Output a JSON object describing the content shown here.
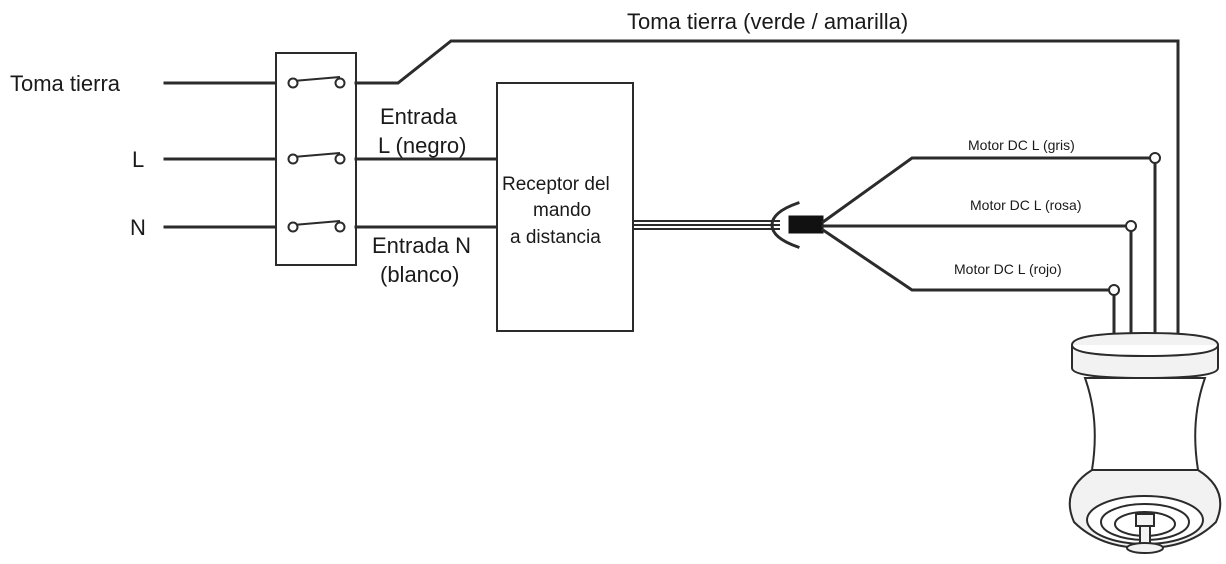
{
  "labels": {
    "ground_in": "Toma tierra",
    "line_in": "L",
    "neutral_in": "N",
    "ground_top": "Toma tierra (verde / amarilla)",
    "input_l_line1": "Entrada",
    "input_l_line2": "L (negro)",
    "input_n_line1": "Entrada N",
    "input_n_line2": "(blanco)",
    "receiver_line1": "Receptor del",
    "receiver_line2": "mando",
    "receiver_line3": "a distancia",
    "motor_gris": "Motor DC L (gris)",
    "motor_rosa": "Motor DC L (rosa)",
    "motor_rojo": "Motor DC L (rojo)"
  },
  "colors": {
    "wire": "#2b2b2b",
    "background": "#ffffff"
  },
  "icons": {
    "connector": "plug-connector-icon",
    "motor": "ceiling-fan-motor-icon"
  }
}
